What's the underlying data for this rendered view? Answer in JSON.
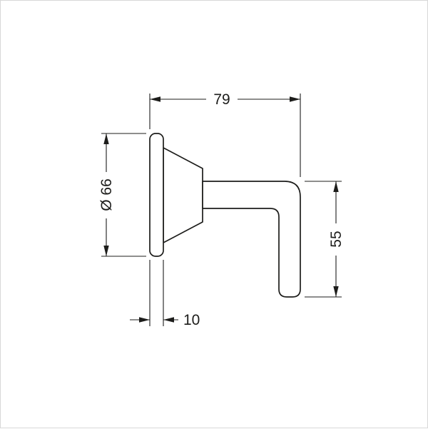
{
  "page": {
    "background": "#ffffff",
    "frame_color": "#d8d8d8"
  },
  "drawing": {
    "name": "shut-off-valve-trim-side-elevation",
    "line_color": "#1d1d1b",
    "labels": {
      "depth": "79",
      "diameter": "Ø 66",
      "handle_length": "55",
      "plate_thickness": "10"
    }
  }
}
